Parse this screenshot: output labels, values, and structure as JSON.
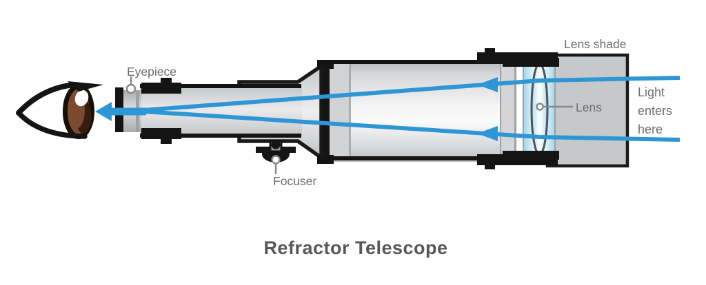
{
  "diagram": {
    "title": "Refractor Telescope",
    "labels": {
      "eyepiece": "Eyepiece",
      "focuser": "Focuser",
      "lens": "Lens",
      "lens_shade": "Lens shade",
      "light_enters": [
        "Light",
        "enters",
        "here"
      ]
    },
    "colors": {
      "ray_blue": "#2E96D5",
      "label_gray": "#6D6E71",
      "title_gray": "#58585A",
      "iris_brown": "#7C4A2E",
      "lens_blue": "#A8DCF0",
      "shade_gray": "#C6C8CA"
    }
  }
}
